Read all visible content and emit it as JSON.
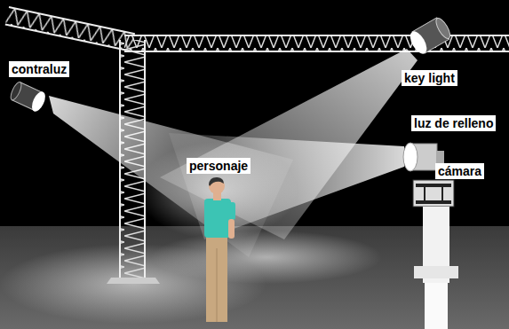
{
  "diagram": {
    "labels": [
      "contraluz",
      "key light",
      "luz de relleno",
      "personaje",
      "cámara"
    ]
  }
}
